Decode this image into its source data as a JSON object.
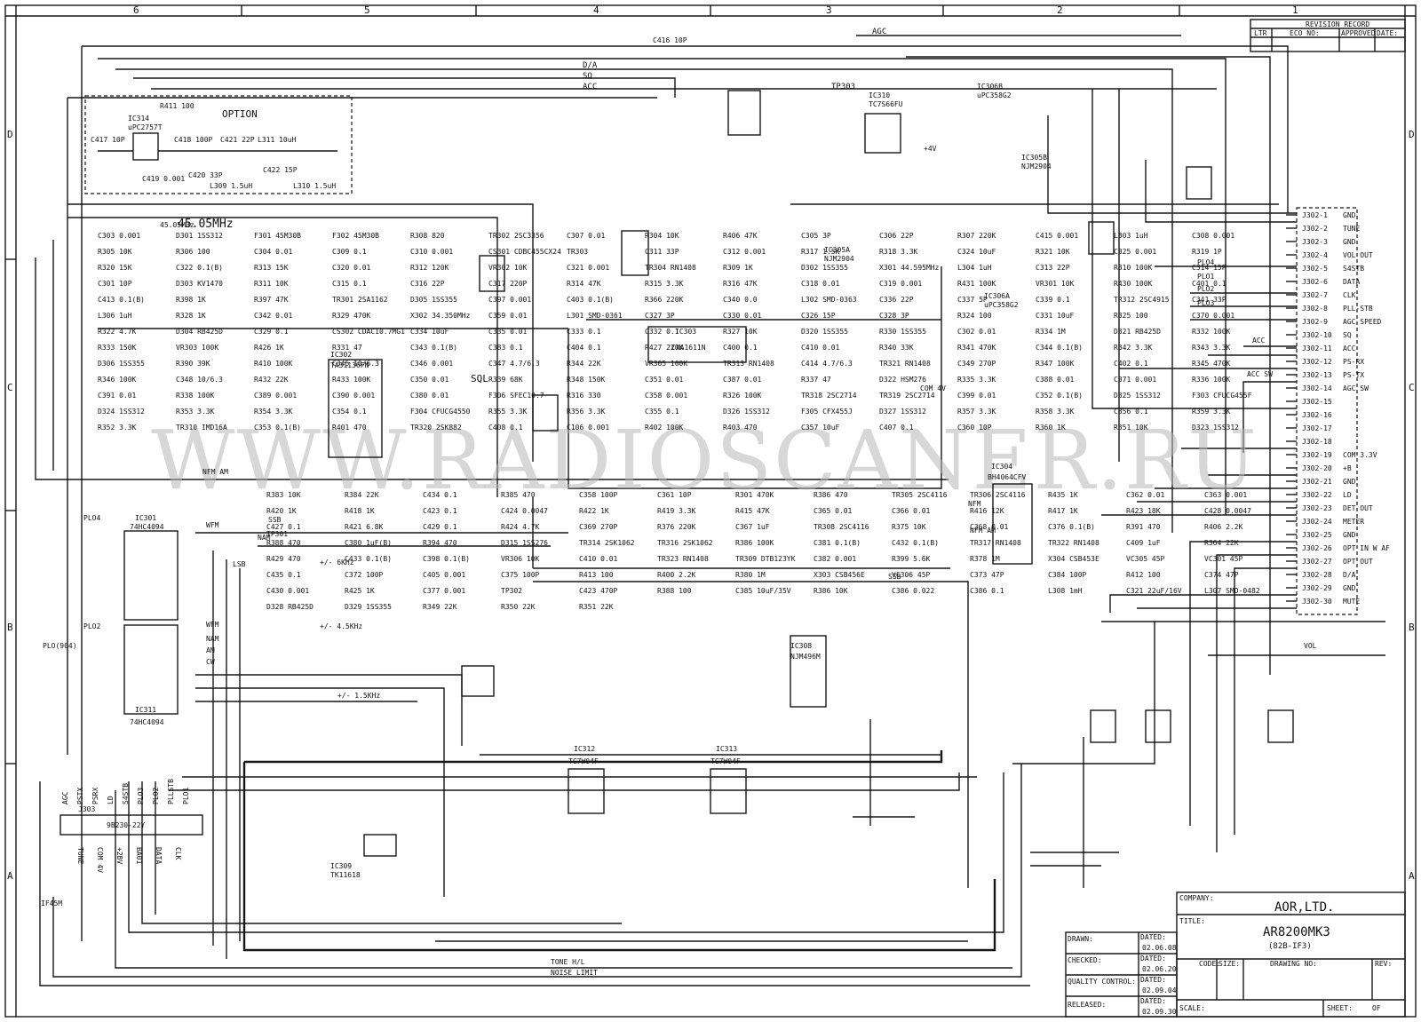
{
  "zones": [
    "6",
    "5",
    "4",
    "3",
    "2",
    "1"
  ],
  "rows": [
    "D",
    "C",
    "B",
    "A"
  ],
  "revision": {
    "title": "REVISION RECORD",
    "headers": [
      "LTR",
      "ECO NO:",
      "APPROVED",
      "DATE:"
    ]
  },
  "watermark": "WWW.RADIOSCANER.RU",
  "option_block": {
    "label": "OPTION",
    "ic": "IC314",
    "ic_part": "uPC2757T",
    "parts": [
      "C417 10P",
      "C418 100P",
      "C421 22P",
      "L311 10uH",
      "C419 0.001",
      "C420 33P",
      "C422 15P",
      "R411 100",
      "L309 1.5uH",
      "L310 1.5uH"
    ]
  },
  "signals_top": [
    "AGC",
    "D/A",
    "SQ",
    "ACC",
    "C416 10P",
    "TP303"
  ],
  "freq_label": "45.05MHz",
  "sql_label": "SQL",
  "ics": [
    {
      "id": "IC302",
      "part": "TA31136FN"
    },
    {
      "id": "IC303",
      "part": "CXA1611N"
    },
    {
      "id": "IC301",
      "part": "74HC4094"
    },
    {
      "id": "IC311",
      "part": "74HC4094"
    },
    {
      "id": "IC304",
      "part": "BH4064CFV"
    },
    {
      "id": "IC305A",
      "part": "NJM2904"
    },
    {
      "id": "IC305B",
      "part": "NJM2904"
    },
    {
      "id": "IC306A",
      "part": "uPC358G2"
    },
    {
      "id": "IC306B",
      "part": "uPC358G2"
    },
    {
      "id": "IC308",
      "part": "NJM496M"
    },
    {
      "id": "IC310",
      "part": "TC7S66FU"
    },
    {
      "id": "IC312",
      "part": "TC7W04F"
    },
    {
      "id": "IC313",
      "part": "TC7W04F"
    },
    {
      "id": "IC309",
      "part": "TK11618"
    }
  ],
  "components": [
    "C303 0.001",
    "D301 1SS312",
    "F301 45M30B",
    "F302 45M30B",
    "R308 820",
    "TR302 2SC3356",
    "C307 0.01",
    "R304 10K",
    "R406 47K",
    "C305 3P",
    "C306 22P",
    "R307 220K",
    "C415 0.001",
    "L303 1uH",
    "C308 0.001",
    "R305 10K",
    "R306 100",
    "C304 0.01",
    "C309 0.1",
    "C310 0.001",
    "CS301 CDBC455CX24",
    "TR303",
    "C311 33P",
    "C312 0.001",
    "R317 1.5K",
    "R318 3.3K",
    "C324 10uF",
    "R321 10K",
    "C325 0.001",
    "R319 1P",
    "R320 15K",
    "C322 0.1(B)",
    "R313 15K",
    "C320 0.01",
    "R312 120K",
    "VR302 10K",
    "C321 0.001",
    "TR304 RN1408",
    "R309 1K",
    "D302 1SS355",
    "X301 44.595MHz",
    "L304 1uH",
    "C313 22P",
    "R310 100K",
    "C314 15P",
    "C301 10P",
    "D303 KV1470",
    "R311 10K",
    "C315 0.1",
    "C316 22P",
    "C317 220P",
    "R314 47K",
    "R315 3.3K",
    "R316 47K",
    "C318 0.01",
    "C319 0.001",
    "R431 100K",
    "VR301 10K",
    "R430 100K",
    "C401 0.1",
    "C413 0.1(B)",
    "R398 1K",
    "R397 47K",
    "TR301 2SA1162",
    "D305 1SS355",
    "C397 0.001",
    "C403 0.1(B)",
    "R366 220K",
    "C340 0.0",
    "L302 SMD-0363",
    "C336 22P",
    "C337 5P",
    "C339 0.1",
    "TR312 2SC4915",
    "C341 33P",
    "L306 1uH",
    "R328 1K",
    "C342 0.01",
    "R329 470K",
    "X302 34.350MHz",
    "C359 0.01",
    "L301 SMD-0361",
    "C327 3P",
    "C330 0.01",
    "C326 15P",
    "C328 3P",
    "R324 100",
    "C331 10uF",
    "R325 100",
    "C370 0.001",
    "R322 4.7K",
    "D304 RB425D",
    "C329 0.1",
    "CS302 CDAC10.7MG1",
    "C334 10uF",
    "C335 0.01",
    "C333 0.1",
    "C332 0.1",
    "R327 10K",
    "D320 1SS355",
    "R330 1SS355",
    "C302 0.01",
    "R334 1M",
    "D321 RB425D",
    "R332 100K",
    "R333 150K",
    "VR303 100K",
    "R426 1K",
    "R331 47",
    "C343 0.1(B)",
    "C383 0.1",
    "C404 0.1",
    "R427 220K",
    "C400 0.1",
    "C410 0.01",
    "R340 33K",
    "R341 470K",
    "C344 0.1(B)",
    "R342 3.3K",
    "R343 3.3K",
    "D306 1SS355",
    "R390 39K",
    "R410 100K",
    "C345 10/6.3",
    "C346 0.001",
    "C347 4.7/6.3",
    "R344 22K",
    "VR305 100K",
    "TR313 RN1408",
    "C414 4.7/6.3",
    "TR321 RN1408",
    "C349 270P",
    "R347 100K",
    "C402 0.1",
    "R345 470K",
    "R346 100K",
    "C348 10/6.3",
    "R432 22K",
    "R433 100K",
    "C350 0.01",
    "R339 68K",
    "R348 150K",
    "C351 0.01",
    "C387 0.01",
    "R337 47",
    "D322 HSM276",
    "R335 3.3K",
    "C388 0.01",
    "C371 0.001",
    "R336 100K",
    "C391 0.01",
    "R338 100K",
    "C389 0.001",
    "C390 0.001",
    "C380 0.01",
    "F306 SFEC10.7",
    "R316 330",
    "C358 0.001",
    "R326 100K",
    "TR318 2SC2714",
    "TR319 2SC2714",
    "C399 0.01",
    "C352 0.1(B)",
    "D325 1SS312",
    "F303 CFUCG455F",
    "D324 1SS312",
    "R353 3.3K",
    "R354 3.3K",
    "C354 0.1",
    "F304 CFUCG4550",
    "R355 3.3K",
    "R356 3.3K",
    "C355 0.1",
    "D326 1SS312",
    "F305 CFX455J",
    "D327 1SS312",
    "R357 3.3K",
    "R358 3.3K",
    "C356 0.1",
    "R359 3.3K",
    "R352 3.3K",
    "TR310 IMD16A",
    "C353 0.1(B)",
    "R401 470",
    "TR320 2SK882",
    "C408 0.1",
    "C106 0.001",
    "R402 100K",
    "R403 470",
    "C357 10uF",
    "C407 0.1",
    "C360 10P",
    "R360 1K",
    "R351 10K",
    "D323 1SS312",
    "R383 10K",
    "R384 22K",
    "C434 0.1",
    "R385 470",
    "C358 100P",
    "C361 10P",
    "R301 470K",
    "R386 470",
    "TR305 2SC4116",
    "TR306 2SC4116",
    "R435 1K",
    "C362 0.01",
    "C363 0.001",
    "R420 1K",
    "R418 1K",
    "C423 0.1",
    "C424 0.0047",
    "R422 1K",
    "R419 3.3K",
    "R415 47K",
    "C365 0.01",
    "C366 0.01",
    "R416 12K",
    "R417 1K",
    "R423 18K",
    "C428 0.0047",
    "C427 0.1",
    "R421 6.8K",
    "C429 0.1",
    "R424 4.7K",
    "C369 270P",
    "R376 220K",
    "C367 1uF",
    "TR308 2SC4116",
    "R375 10K",
    "C368 0.01",
    "C376 0.1(B)",
    "R391 470",
    "R406 2.2K",
    "R388 470",
    "C380 1uF(B)",
    "R394 470",
    "D315 1SS276",
    "TR314 2SK1062",
    "TR316 2SK1062",
    "R386 100K",
    "C381 0.1(B)",
    "C432 0.1(B)",
    "TR317 RN1408",
    "TR322 RN1408",
    "C409 1uF",
    "R364 22K",
    "R429 470",
    "C433 0.1(B)",
    "C398 0.1(B)",
    "VR306 10K",
    "C410 0.01",
    "TR323 RN1408",
    "TR309 DTB123YK",
    "C382 0.001",
    "R399 5.6K",
    "R378 1M",
    "X304 CSB453E",
    "VC305 45P",
    "VC301 45P",
    "C435 0.1",
    "C372 100P",
    "C405 0.001",
    "C375 100P",
    "R413 100",
    "R400 2.2K",
    "R380 1M",
    "X303 CSB456E",
    "VC306 45P",
    "C373 47P",
    "C384 100P",
    "R412 100",
    "C374 47P",
    "C430 0.001",
    "R425 1K",
    "C377 0.001",
    "TP302",
    "C423 470P",
    "R388 100",
    "C385 10uF/35V",
    "R386 10K",
    "C386 0.022",
    "C386 0.1",
    "L308 1mH",
    "C321 22uF/16V",
    "L307 SMD-0482",
    "D328 RB425D",
    "D329 1SS355",
    "R349 22K",
    "R350 22K",
    "R351 22K"
  ],
  "connector_j302": {
    "pins": [
      {
        "id": "J302-1",
        "name": "GND"
      },
      {
        "id": "J302-2",
        "name": "TUNE"
      },
      {
        "id": "J302-3",
        "name": "GND"
      },
      {
        "id": "J302-4",
        "name": "VOL OUT"
      },
      {
        "id": "J302-5",
        "name": "S4STB"
      },
      {
        "id": "J302-6",
        "name": "DATA"
      },
      {
        "id": "J302-7",
        "name": "CLK"
      },
      {
        "id": "J302-8",
        "name": "PLL-STB"
      },
      {
        "id": "J302-9",
        "name": "AGC SPEED"
      },
      {
        "id": "J302-10",
        "name": "SQ"
      },
      {
        "id": "J302-11",
        "name": "ACC"
      },
      {
        "id": "J302-12",
        "name": "PS-RX"
      },
      {
        "id": "J302-13",
        "name": "PS-TX"
      },
      {
        "id": "J302-14",
        "name": "AGC SW"
      },
      {
        "id": "J302-15",
        "name": ""
      },
      {
        "id": "J302-16",
        "name": ""
      },
      {
        "id": "J302-17",
        "name": ""
      },
      {
        "id": "J302-18",
        "name": ""
      },
      {
        "id": "J302-19",
        "name": "COM 3.3V"
      },
      {
        "id": "J302-20",
        "name": "+B"
      },
      {
        "id": "J302-21",
        "name": "GND"
      },
      {
        "id": "J302-22",
        "name": "LD"
      },
      {
        "id": "J302-23",
        "name": "DET OUT"
      },
      {
        "id": "J302-24",
        "name": "METER"
      },
      {
        "id": "J302-25",
        "name": "GND"
      },
      {
        "id": "J302-26",
        "name": "OPT IN W AF"
      },
      {
        "id": "J302-27",
        "name": "OPT OUT"
      },
      {
        "id": "J302-28",
        "name": "D/A"
      },
      {
        "id": "J302-29",
        "name": "GND"
      },
      {
        "id": "J302-30",
        "name": "MUTE"
      }
    ]
  },
  "connector_j303": {
    "id": "J303",
    "part": "9B230-22Y",
    "top_labels": [
      "AGC",
      "PSTX",
      "PSRX",
      "LD",
      "S4STB",
      "PLO3",
      "PLO2",
      "PLLSTB",
      "PLO1"
    ],
    "bottom_labels": [
      "TUNE",
      "COM 4V",
      "+2BV",
      "BA01",
      "DATA",
      "CLK"
    ]
  },
  "net_labels": [
    "PLO4",
    "PLO1",
    "PLO2",
    "PLO3",
    "ACC",
    "ACC SW",
    "COM 4V",
    "SSB",
    "NFM AM",
    "NFM",
    "LSB",
    "NAM",
    "AM",
    "CW",
    "WFM",
    "NFM AM",
    "WFM",
    "NAM",
    "SSB",
    "+4V",
    "TP301",
    "IF45M",
    "PLO(904)",
    "PLO4",
    "PLO2",
    "45.05MHz",
    "VOL",
    "+/- 6KHz",
    "+/- 4.5KHz",
    "+/- 1.5KHz",
    "TONE H/L",
    "NOISE LIMIT"
  ],
  "title_block": {
    "company_label": "COMPANY:",
    "company": "AOR,LTD.",
    "title_label": "TITLE:",
    "title": "AR8200MK3",
    "subtitle": "(82B-IF3)",
    "drawn_label": "DRAWN:",
    "drawn_date_label": "DATED:",
    "drawn_date": "02.06.08",
    "checked_label": "CHECKED:",
    "checked_date_label": "DATED:",
    "checked_date": "02.06.20",
    "qc_label": "QUALITY CONTROL:",
    "qc_date_label": "DATED:",
    "qc_date": "02.09.04",
    "released_label": "RELEASED:",
    "released_date_label": "DATED:",
    "released_date": "02.09.30",
    "code_label": "CODE:",
    "size_label": "SIZE:",
    "drawing_no_label": "DRAWING NO:",
    "rev_label": "REV:",
    "scale_label": "SCALE:",
    "sheet_label": "SHEET:",
    "of_label": "OF"
  }
}
